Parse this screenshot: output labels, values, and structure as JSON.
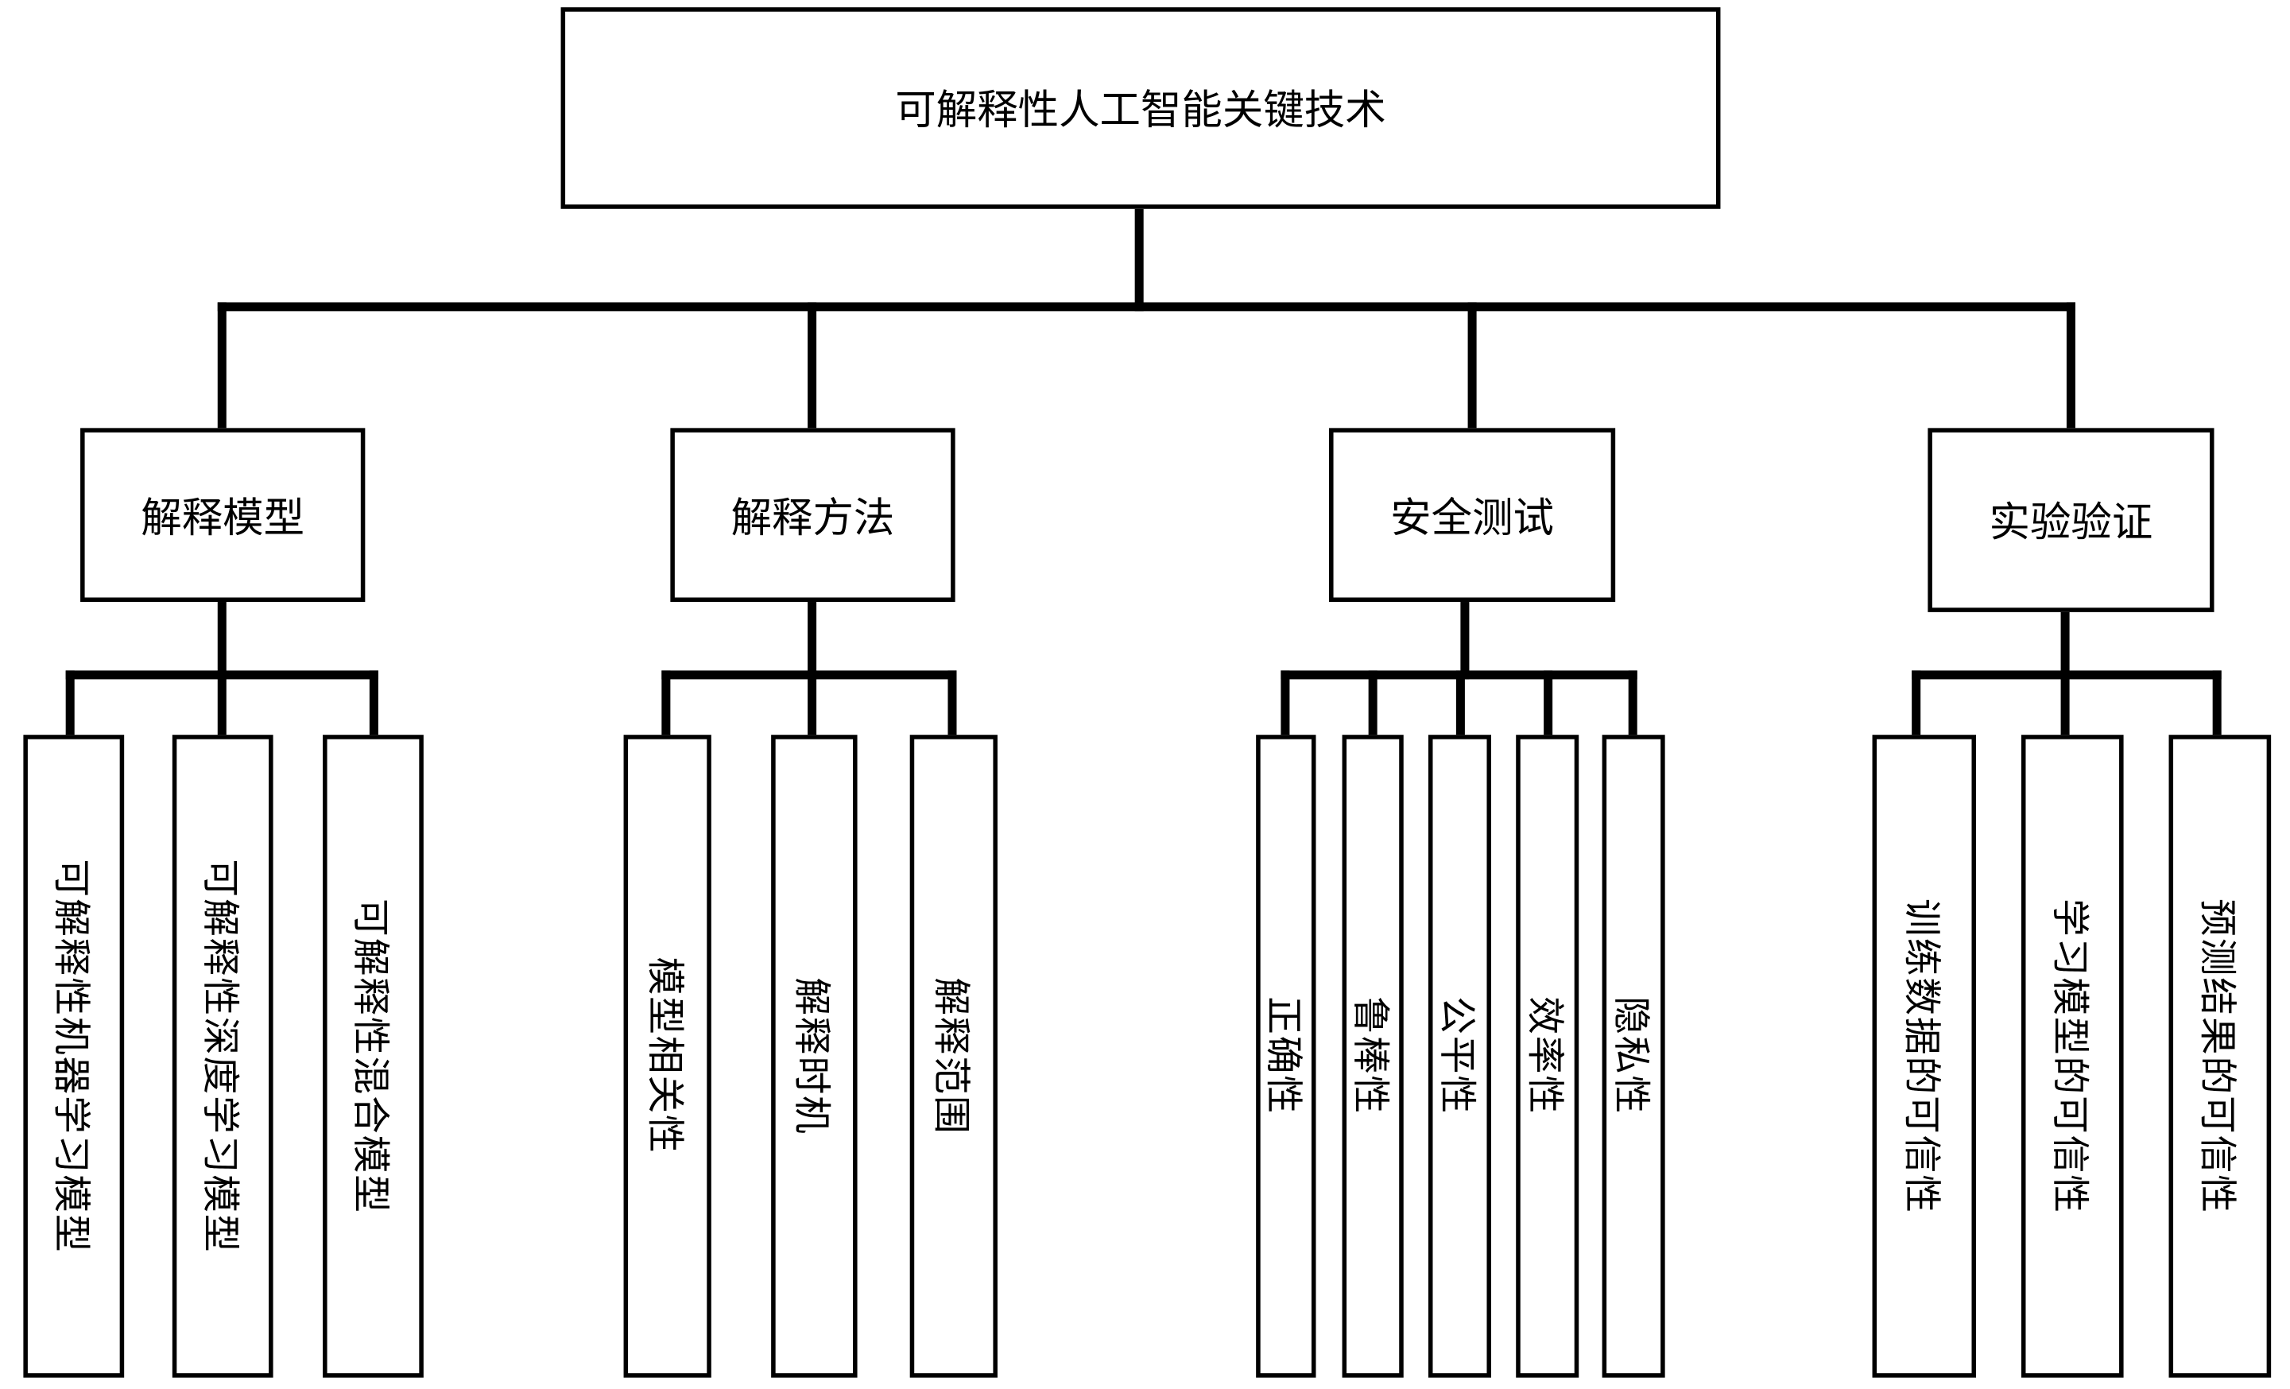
{
  "root": {
    "label": "可解释性人工智能关键技术"
  },
  "categories": [
    {
      "label": "解释模型",
      "children": [
        "可解释性机器学习模型",
        "可解释性深度学习模型",
        "可解释性混合模型"
      ]
    },
    {
      "label": "解释方法",
      "children": [
        "模型相关性",
        "解释时机",
        "解释范围"
      ]
    },
    {
      "label": "安全测试",
      "children": [
        "正确性",
        "鲁棒性",
        "公平性",
        "效率性",
        "隐私性"
      ]
    },
    {
      "label": "实验验证",
      "children": [
        "训练数据的可信性",
        "学习模型的可信性",
        "预测结果的可信性"
      ]
    }
  ]
}
